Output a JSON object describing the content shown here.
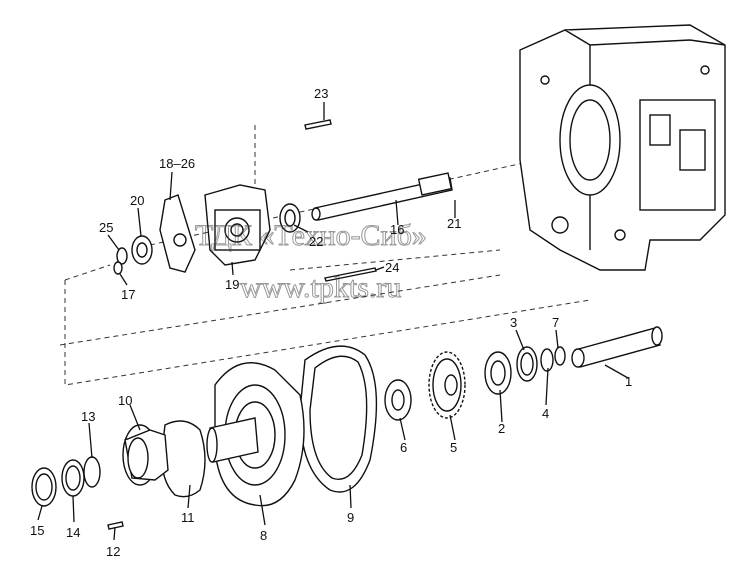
{
  "labels": {
    "p1": "1",
    "p2": "2",
    "p3": "3",
    "p4": "4",
    "p5": "5",
    "p6": "6",
    "p7": "7",
    "p8": "8",
    "p9": "9",
    "p10": "10",
    "p11": "11",
    "p12": "12",
    "p13": "13",
    "p14": "14",
    "p15": "15",
    "p16": "16",
    "p17": "17",
    "p18_26": "18–26",
    "p19": "19",
    "p20": "20",
    "p21": "21",
    "p22": "22",
    "p23": "23",
    "p24": "24",
    "p25": "25"
  },
  "watermark": {
    "company": "ТДК «Техно-Сиб»",
    "site": "www.tpkts.ru"
  }
}
